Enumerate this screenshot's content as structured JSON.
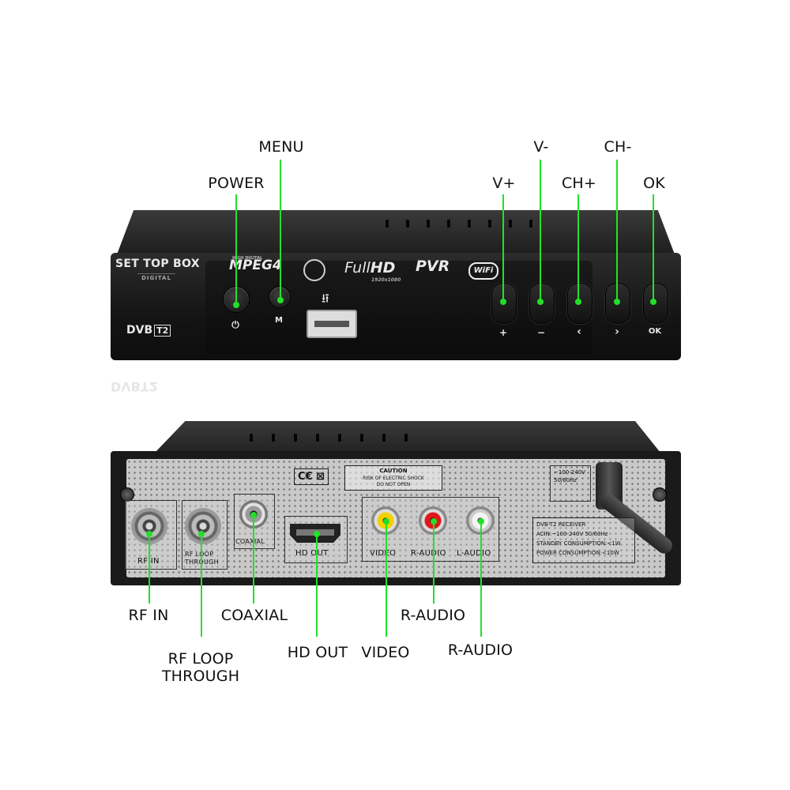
{
  "front_callouts": {
    "power": "POWER",
    "menu": "MENU",
    "v_plus": "V+",
    "v_minus": "V-",
    "ch_plus": "CH+",
    "ch_minus": "CH-",
    "ok": "OK"
  },
  "back_callouts": {
    "rf_in": "RF IN",
    "rf_loop_line1": "RF LOOP",
    "rf_loop_line2": "THROUGH",
    "coaxial": "COAXIAL",
    "hd_out": "HD OUT",
    "video": "VIDEO",
    "r_audio_1": "R-AUDIO",
    "r_audio_2": "R-AUDIO"
  },
  "front_panel": {
    "brand": "SET TOP BOX",
    "brand_sub": "DIGITAL",
    "dvb": "DVB",
    "dvb_t2": "T2",
    "mpeg_sub": "HIGH DIGITAL",
    "mpeg": "MPEG4",
    "fullhd_a": "Full",
    "fullhd_b": "HD",
    "fullhd_sub": "1920x1080",
    "pvr": "PVR",
    "wifi": "WiFi",
    "power_mark": "⏻",
    "menu_mark": "M",
    "usb_symbol": "⭿",
    "plus_mark": "+",
    "minus_mark": "−",
    "left_mark": "‹",
    "right_mark": "›",
    "ok_mark": "OK"
  },
  "back_panel": {
    "rf_in": "RF IN",
    "rf_loop_1": "RF LOOP",
    "rf_loop_2": "THROUGH",
    "coaxial": "COAXIAL",
    "hd_out": "HD OUT",
    "video": "VIDEO",
    "r_audio": "R-AUDIO",
    "l_audio": "L-AUDIO",
    "ce": "C€ ⊠",
    "caution_1": "CAUTION",
    "caution_2": "RISK OF ELECTRIC SHOCK",
    "caution_3": "DO NOT OPEN",
    "volt_1": "~100-240V",
    "volt_2": "50/60Hz",
    "spec_1": "DVB-T2 RECEIVER",
    "spec_2": "ACIN:~100-240V 50/60Hz",
    "spec_3": "STANDBY CONSUMPTION:<1W",
    "spec_4": "POWER CONSUMPTION:<10W"
  },
  "colors": {
    "leader": "#22e02a",
    "device": "#1a1a1a",
    "background": "#ffffff"
  }
}
